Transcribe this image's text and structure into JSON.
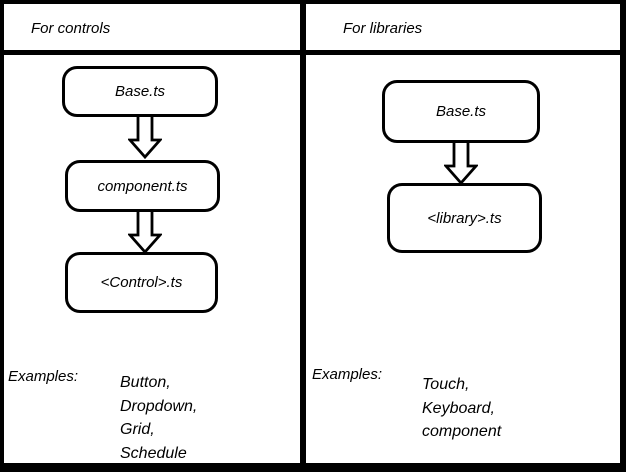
{
  "colors": {
    "ink": "#000000",
    "paper": "#ffffff"
  },
  "left_panel": {
    "title": "For controls",
    "boxes": [
      {
        "label": "Base.ts"
      },
      {
        "label": "component.ts"
      },
      {
        "label": "<Control>.ts"
      }
    ],
    "examples_label": "Examples:",
    "examples": [
      "Button,",
      "Dropdown,",
      "Grid,",
      "Schedule"
    ]
  },
  "right_panel": {
    "title": "For libraries",
    "boxes": [
      {
        "label": "Base.ts"
      },
      {
        "label": "<library>.ts"
      }
    ],
    "examples_label": "Examples:",
    "examples": [
      "Touch,",
      "Keyboard,",
      "component"
    ]
  }
}
